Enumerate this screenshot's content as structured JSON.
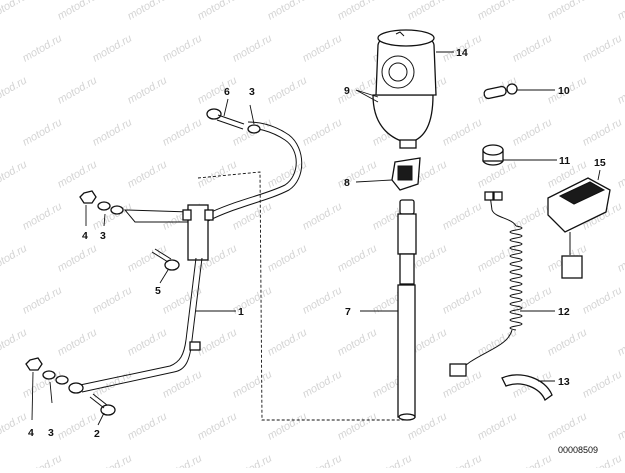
{
  "diagram": {
    "reference_number": "00008509",
    "watermark": "motod.ru",
    "callouts": [
      {
        "id": "c1",
        "text": "1"
      },
      {
        "id": "c2",
        "text": "2"
      },
      {
        "id": "c3a",
        "text": "3"
      },
      {
        "id": "c3b",
        "text": "3"
      },
      {
        "id": "c3c",
        "text": "3"
      },
      {
        "id": "c4a",
        "text": "4"
      },
      {
        "id": "c4b",
        "text": "4"
      },
      {
        "id": "c5",
        "text": "5"
      },
      {
        "id": "c6",
        "text": "6"
      },
      {
        "id": "c7",
        "text": "7"
      },
      {
        "id": "c8",
        "text": "8"
      },
      {
        "id": "c9",
        "text": "9"
      },
      {
        "id": "c10",
        "text": "10"
      },
      {
        "id": "c11",
        "text": "11"
      },
      {
        "id": "c12",
        "text": "12"
      },
      {
        "id": "c13",
        "text": "13"
      },
      {
        "id": "c14",
        "text": "14"
      },
      {
        "id": "c15",
        "text": "15"
      }
    ]
  }
}
